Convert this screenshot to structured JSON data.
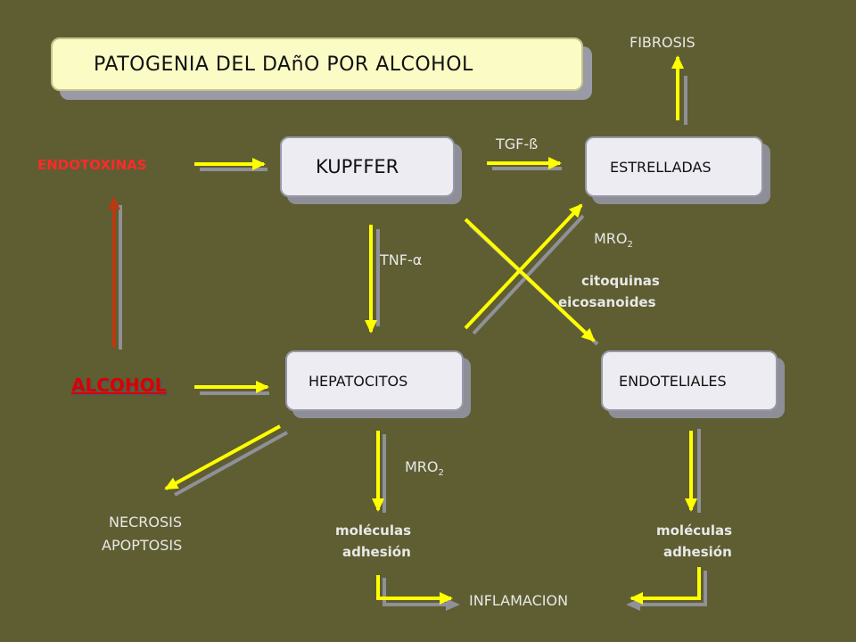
{
  "title": "PATOGENIA DEL DAñO POR ALCOHOL",
  "nodes": {
    "kupffer": "KUPFFER",
    "estrelladas": "ESTRELLADAS",
    "hepatocitos": "HEPATOCITOS",
    "endoteliales": "ENDOTELIALES"
  },
  "labels": {
    "fibrosis": "FIBROSIS",
    "endotoxinas": "ENDOTOXINAS",
    "alcohol": "ALCOHOL",
    "tgf": "TGF-ß",
    "tnf": "TNF-α",
    "mro": "MRO",
    "mro_sub": "2",
    "citoquinas": "citoquinas",
    "eicosanoides": "eicosanoides",
    "necrosis": "NECROSIS",
    "apoptosis": "APOPTOSIS",
    "moleculas": "moléculas",
    "adhesion": "adhesión",
    "inflamacion": "INFLAMACION"
  },
  "colors": {
    "background": "#5e5e32",
    "arrow": "#ffff00",
    "arrow_shadow": "#909098",
    "endotoxinas_text": "#ff2a2a",
    "alcohol_text": "#d80000",
    "alcohol_arrow": "#b83a10"
  }
}
